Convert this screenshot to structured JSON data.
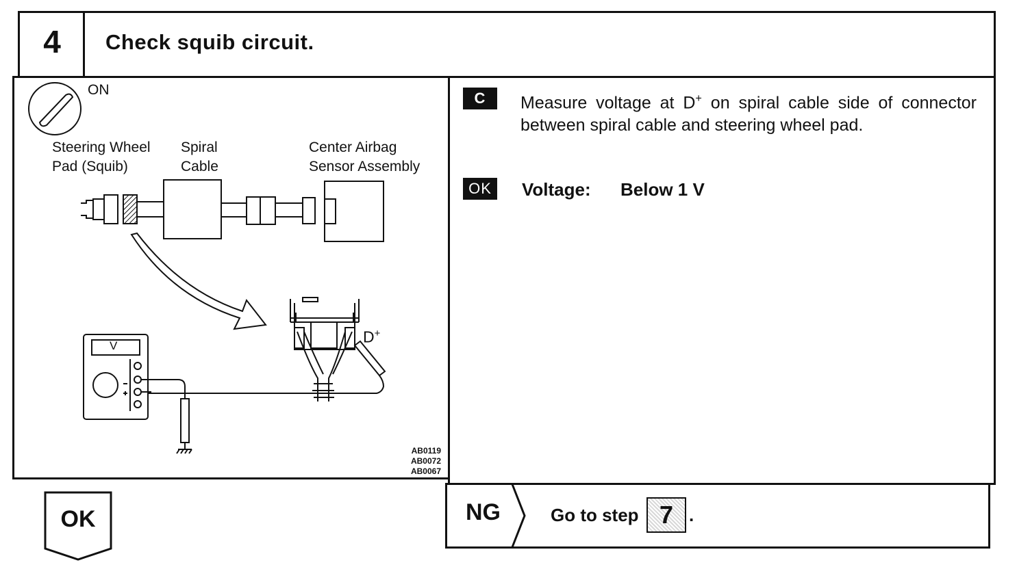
{
  "header": {
    "step_number": "4",
    "title": "Check squib circuit."
  },
  "diagram": {
    "ignition_label": "ON",
    "labels": {
      "steering_wheel_pad_line1": "Steering Wheel",
      "steering_wheel_pad_line2": "Pad (Squib)",
      "spiral_cable_line1": "Spiral",
      "spiral_cable_line2": "Cable",
      "sensor_line1": "Center Airbag",
      "sensor_line2": "Sensor Assembly",
      "terminal": "D",
      "terminal_sup": "+",
      "meter": "V"
    },
    "codes": [
      "AB0119",
      "AB0072",
      "AB0067"
    ]
  },
  "instruction": {
    "badge": "C",
    "text_before": "Measure voltage at D",
    "text_sup": "+",
    "text_after": " on spiral cable side of connector between spiral cable and steering wheel pad."
  },
  "criteria": {
    "badge": "OK",
    "label": "Voltage:",
    "value": "Below 1 V"
  },
  "result": {
    "ng_label": "NG",
    "go_to_text": "Go to step",
    "target_step": "7",
    "period": ".",
    "ok_label": "OK"
  }
}
